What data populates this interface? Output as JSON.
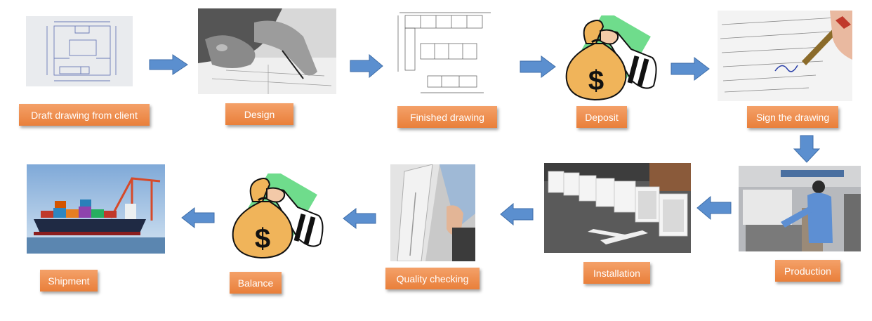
{
  "colors": {
    "arrow_fill": "#5b8fcf",
    "arrow_stroke": "#3f6ea8",
    "label_fill": "#ef8e4c",
    "label_text": "#ffffff",
    "money_bag": "#f0b45a",
    "money_square": "#6fdc8c"
  },
  "steps": [
    {
      "label": "Draft drawing from client",
      "image": "hand-sketched floor plan on paper"
    },
    {
      "label": "Design",
      "image": "black-and-white photo of hands drafting with pencil"
    },
    {
      "label": "Finished drawing",
      "image": "technical kitchen cabinet drawing"
    },
    {
      "label": "Deposit",
      "image": "money-bag-icon"
    },
    {
      "label": "Sign the drawing",
      "image": "hand signing a document"
    },
    {
      "label": "Production",
      "image": "worker operating machinery in factory"
    },
    {
      "label": "Installation",
      "image": "white cabinet carcasses assembled in a row"
    },
    {
      "label": "Quality checking",
      "image": "hand inspecting white cabinet panel"
    },
    {
      "label": "Balance",
      "image": "money-bag-icon"
    },
    {
      "label": "Shipment",
      "image": "container ship at port"
    }
  ],
  "deposit_sign_symbol": "$",
  "balance_sign_symbol": "$"
}
